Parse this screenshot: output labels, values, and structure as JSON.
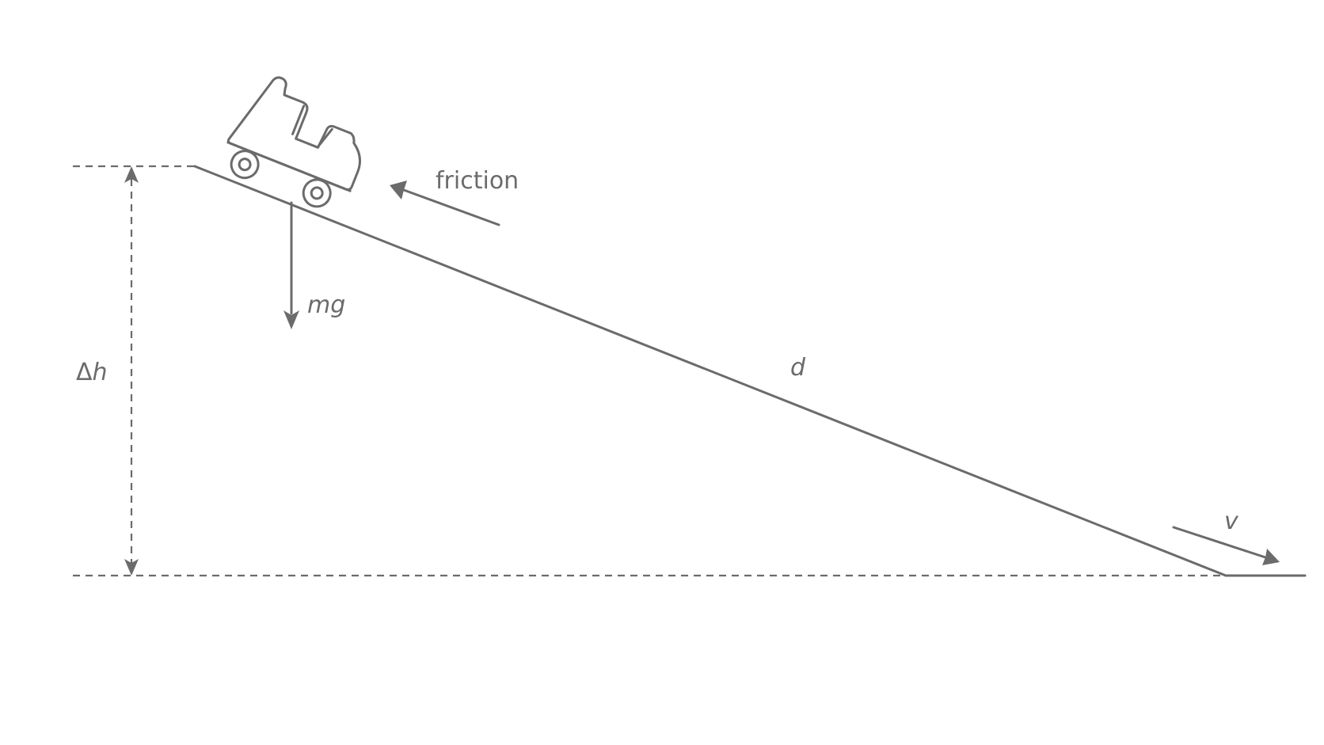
{
  "labels": {
    "friction": "friction",
    "weight": "mg",
    "distance": "d",
    "velocity": "v",
    "height_delta_symbol": "Δ",
    "height_variable": "h"
  },
  "colors": {
    "line": "#6b6b6b",
    "background": "#ffffff"
  }
}
